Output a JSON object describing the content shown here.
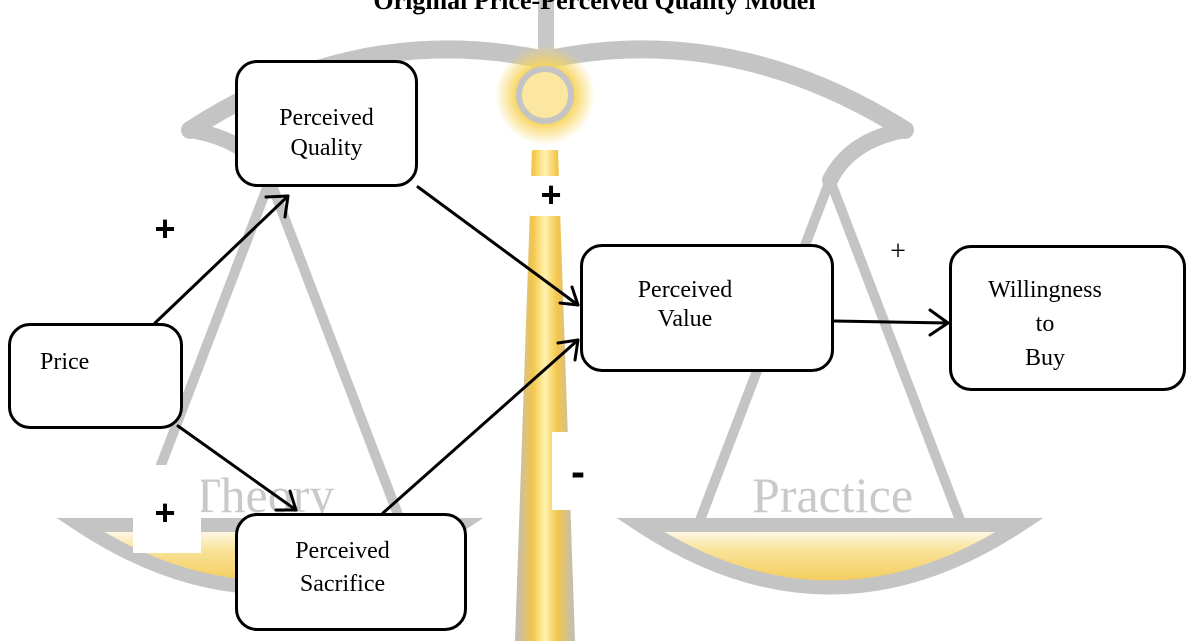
{
  "title": "Original Price-Perceived Quality Model",
  "watermark": {
    "left": "Theory",
    "right": "Practice"
  },
  "nodes": {
    "price": "Price",
    "perceived_quality": [
      "Perceived",
      "Quality"
    ],
    "perceived_sacrifice": [
      "Perceived",
      "Sacrifice"
    ],
    "perceived_value": [
      "Perceived",
      "Value"
    ],
    "willingness_to_buy": [
      "Willingness",
      "to",
      "Buy"
    ]
  },
  "signs": {
    "price_to_quality": "+",
    "price_to_sacrifice": "+",
    "quality_to_value": "+",
    "sacrifice_to_value": "-",
    "value_to_willingness": "+"
  },
  "colors": {
    "stroke": "#000000",
    "watermark_gray": "#c4c4c4",
    "watermark_gold": "#f5c842"
  }
}
